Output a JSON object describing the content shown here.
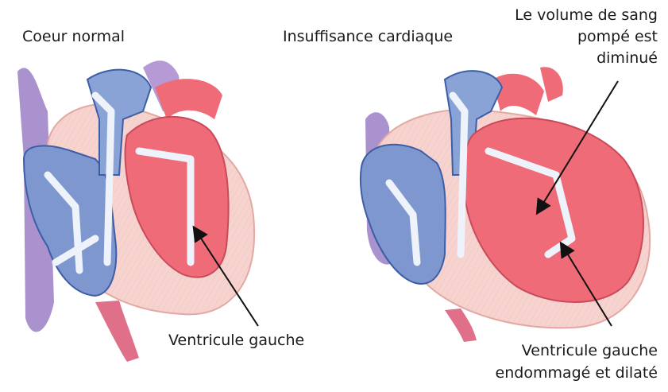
{
  "labels": {
    "normal_heart": "Coeur normal",
    "heart_failure": "Insuffisance cardiaque",
    "blood_volume_line1": "Le volume de sang",
    "blood_volume_line2": "pompé est",
    "blood_volume_line3": "diminué",
    "left_ventricle": "Ventricule gauche",
    "damaged_ventricle_line1": "Ventricule gauche",
    "damaged_ventricle_line2": "endommagé et dilaté"
  },
  "colors": {
    "oxygenated_red": "#ef6b78",
    "deoxygenated_blue": "#7f97cf",
    "vessel_purple": "#9a7fc4",
    "outline_blue": "#3d5ea6",
    "heart_wall_pink": "#f6d3cf",
    "flow_path": "#eef3fb"
  },
  "icons": [
    "normal-heart-illustration",
    "failing-heart-illustration"
  ]
}
